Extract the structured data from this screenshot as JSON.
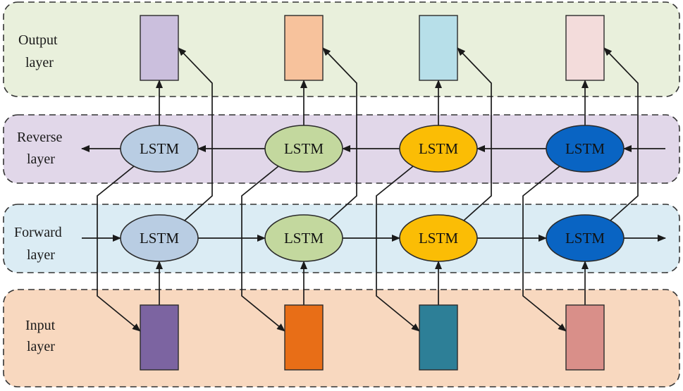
{
  "layers": {
    "output": {
      "label_line1": "Output",
      "label_line2": "layer",
      "color": "#e9f0dc"
    },
    "reverse": {
      "label_line1": "Reverse",
      "label_line2": "layer",
      "color": "#e1d7e9"
    },
    "forward": {
      "label_line1": "Forward",
      "label_line2": "layer",
      "color": "#dbecf4"
    },
    "input": {
      "label_line1": "Input",
      "label_line2": "layer",
      "color": "#f8d8bf"
    }
  },
  "lstm_label": "LSTM",
  "columns": [
    {
      "lstm_color": "#b9cde3",
      "output_color": "#cbbfdd",
      "input_color": "#7c64a1"
    },
    {
      "lstm_color": "#c3d89e",
      "output_color": "#f7c29c",
      "input_color": "#e86e17"
    },
    {
      "lstm_color": "#fbbd05",
      "output_color": "#b7dfe9",
      "input_color": "#2d7f97"
    },
    {
      "lstm_color": "#0964c3",
      "output_color": "#f3dcdb",
      "input_color": "#d98f89"
    }
  ]
}
